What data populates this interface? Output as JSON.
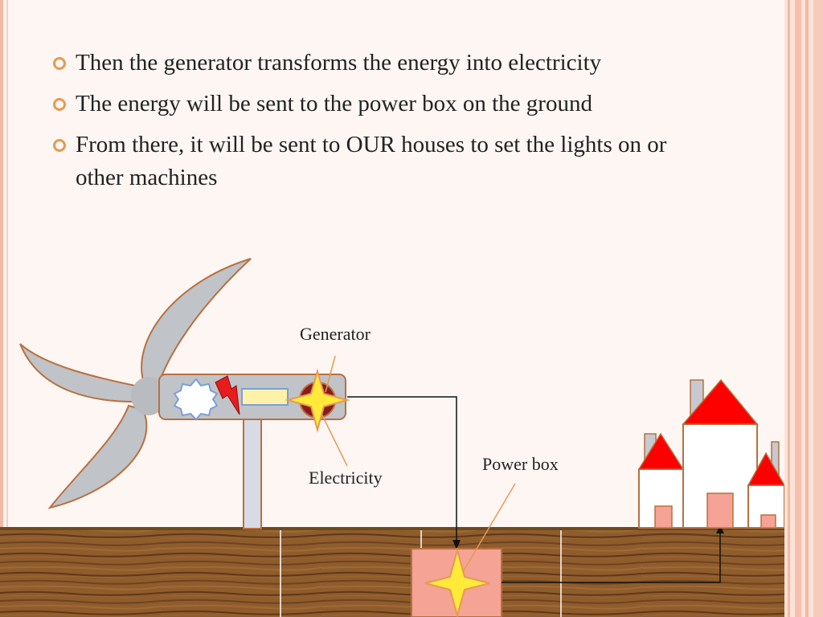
{
  "bullets": [
    "Then the generator transforms the energy into electricity",
    "The energy will be sent to the power box on the ground",
    "From there, it will be sent to OUR houses to set the lights on or other machines"
  ],
  "diagram": {
    "generator_label": "Generator",
    "electricity_label": "Electricity",
    "power_box_label": "Power box"
  },
  "icons": [
    "wind-turbine-icon",
    "lightning-bolt-icon",
    "star-burst-icon",
    "gear-icon",
    "house-icon"
  ],
  "colors": {
    "bullet": "#e69a54",
    "blade": "#c0c3c8",
    "blade_outline": "#b87040",
    "ground": "#8b5a2b",
    "power_box": "#f4a394",
    "roof": "#ff0000",
    "spark": "#ffea3a"
  }
}
